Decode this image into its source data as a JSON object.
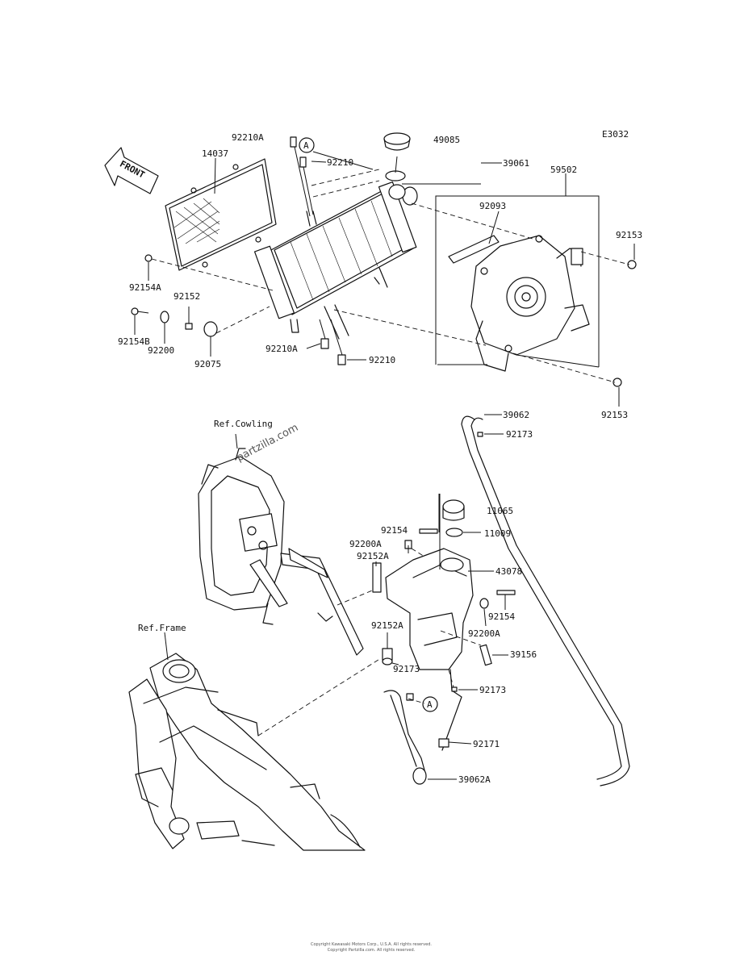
{
  "diagram_code": "E3032",
  "front_label": "FRONT",
  "callout_letter": "A",
  "watermark": "partzilla.com",
  "refs": {
    "cowling": "Ref.Cowling",
    "frame": "Ref.Frame"
  },
  "parts": {
    "p92210A_top": "92210A",
    "p14037": "14037",
    "p92210_top": "92210",
    "p49085": "49085",
    "p39061": "39061",
    "p59502": "59502",
    "p92093": "92093",
    "p92153_top": "92153",
    "p92154A": "92154A",
    "p92152": "92152",
    "p92154B": "92154B",
    "p92200": "92200",
    "p92075": "92075",
    "p92210A_bot": "92210A",
    "p92210_bot": "92210",
    "p92153_bot": "92153",
    "p39062": "39062",
    "p92173_top": "92173",
    "p11065": "11065",
    "p92154_a": "92154",
    "p11009": "11009",
    "p92200A_a": "92200A",
    "p92152A_a": "92152A",
    "p43078": "43078",
    "p92154_b": "92154",
    "p92200A_b": "92200A",
    "p92152A_b": "92152A",
    "p39156": "39156",
    "p92173_mid": "92173",
    "p92173_low": "92173",
    "p92171": "92171",
    "p39062A": "39062A"
  },
  "footer": {
    "line1": "Copyright Kawasaki Motors Corp., U.S.A. All rights reserved.",
    "line2": "Copyright Partzilla.com. All rights reserved."
  }
}
